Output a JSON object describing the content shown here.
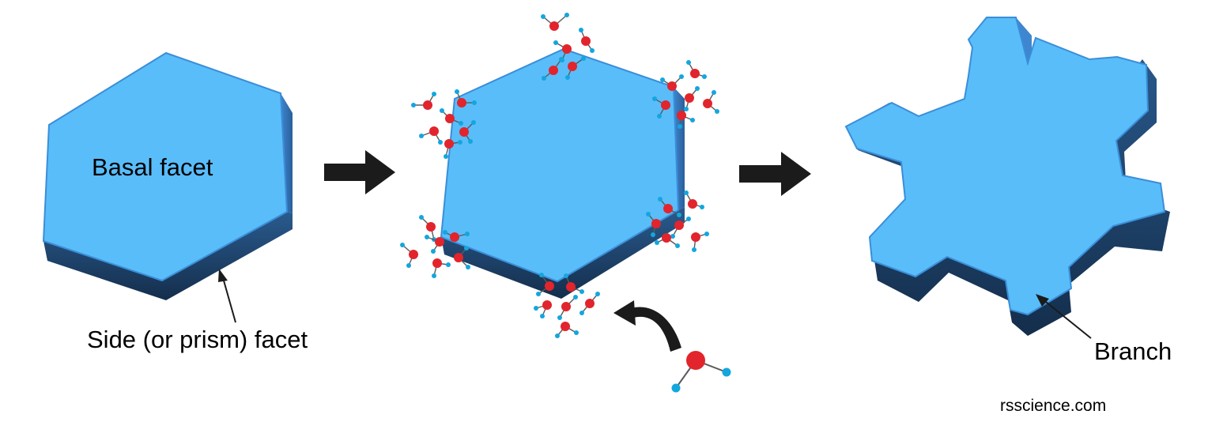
{
  "labels": {
    "basal": "Basal facet",
    "side": "Side (or prism) facet",
    "branch": "Branch",
    "credit": "rsscience.com"
  },
  "colors": {
    "ice_top": "#59bdfa",
    "ice_edge": "#3b8ed8",
    "ice_side": "#1f4670",
    "ice_side_dark": "#163452",
    "oxygen": "#e2242c",
    "hydrogen": "#13a6df",
    "bond": "#5a5a5a",
    "arrow": "#1b1b1b"
  },
  "icons": [
    "arrow-right-icon",
    "curved-arrow-icon",
    "water-molecule-icon"
  ]
}
